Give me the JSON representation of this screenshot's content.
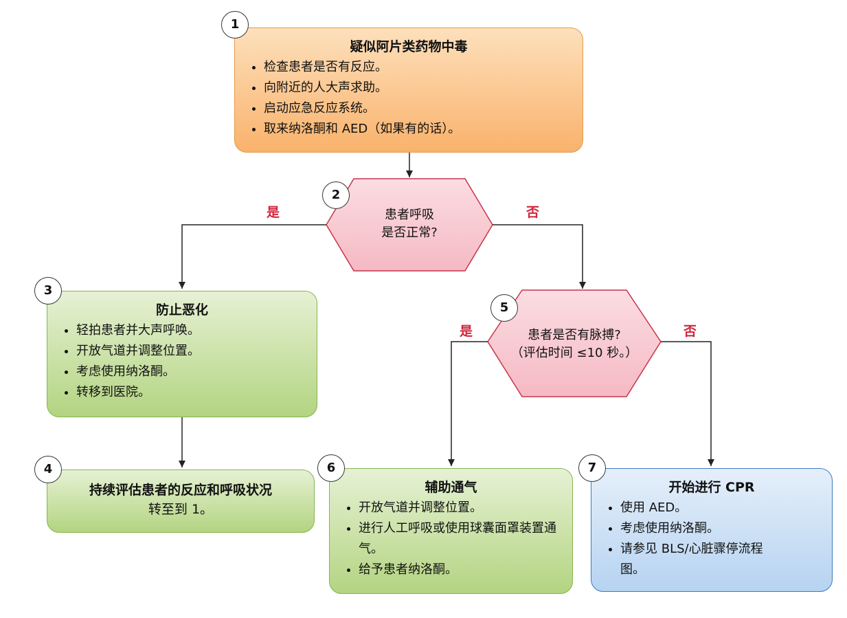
{
  "nodes": {
    "n1": {
      "number": "1",
      "title": "疑似阿片类药物中毒",
      "items": [
        "检查患者是否有反应。",
        "向附近的人大声求助。",
        "启动应急反应系统。",
        "取来纳洛酮和 AED（如果有的话）。"
      ]
    },
    "n2": {
      "number": "2",
      "text_line1": "患者呼吸",
      "text_line2": "是否正常?"
    },
    "n3": {
      "number": "3",
      "title": "防止恶化",
      "items": [
        "轻拍患者并大声呼唤。",
        "开放气道并调整位置。",
        "考虑使用纳洛酮。",
        "转移到医院。"
      ]
    },
    "n4": {
      "number": "4",
      "title": "持续评估患者的反应和呼吸状况",
      "subtitle": "转至到 1。"
    },
    "n5": {
      "number": "5",
      "text_line1": "患者是否有脉搏?",
      "text_line2": "（评估时间 ≤10 秒。）"
    },
    "n6": {
      "number": "6",
      "title": "辅助通气",
      "items": [
        "开放气道并调整位置。",
        "进行人工呼吸或使用球囊面罩装置通气。",
        "给予患者纳洛酮。"
      ]
    },
    "n7": {
      "number": "7",
      "title": "开始进行 CPR",
      "items": [
        "使用 AED。",
        "考虑使用纳洛酮。",
        "请参见 BLS/心脏骤停流程图。"
      ]
    }
  },
  "branch_labels": {
    "n2_yes": "是",
    "n2_no": "否",
    "n5_yes": "是",
    "n5_no": "否"
  },
  "colors": {
    "decision_fill": "#f7c6cf",
    "decision_stroke": "#c8334a",
    "branch_label": "#d0243a",
    "orange_fill": "#f9b26c",
    "green_fill": "#b3d481",
    "blue_fill": "#b6d3f1",
    "blue_stroke": "#3b7bc0"
  }
}
